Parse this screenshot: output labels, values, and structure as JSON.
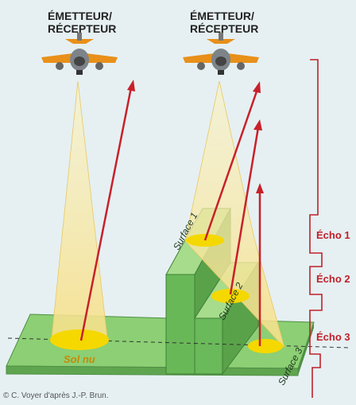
{
  "planes": [
    {
      "label_line1": "ÉMETTEUR/",
      "label_line2": "RÉCEPTEUR",
      "icon": "airplane-icon"
    },
    {
      "label_line1": "ÉMETTEUR/",
      "label_line2": "RÉCEPTEUR",
      "icon": "airplane-icon"
    }
  ],
  "surfaces": {
    "ground": "Sol nu",
    "surface1": "Surface 1",
    "surface2": "Surface 2",
    "surface3": "Surface 3"
  },
  "echoes": [
    "Écho 1",
    "Écho 2",
    "Écho 3"
  ],
  "credit": "© C. Voyer d'après J.-P. Brun.",
  "colors": {
    "background": "#e6f0f2",
    "beam": "#f7e08a",
    "spot": "#f5d800",
    "arrow": "#c8202b",
    "block": "#7cc36a",
    "echo_line": "#c0202a"
  }
}
